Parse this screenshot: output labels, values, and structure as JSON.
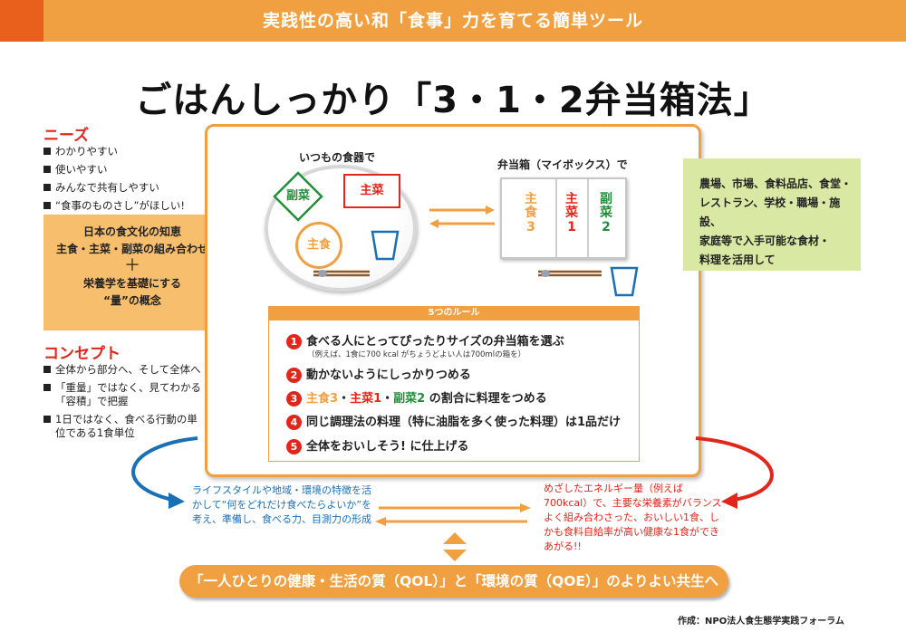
{
  "header": {
    "title": "実践性の高い和「食事」力を育てる簡単ツール"
  },
  "main_title": "ごはんしっかり「3・1・2弁当箱法」",
  "needs": {
    "heading": "ニーズ",
    "items": [
      "わかりやすい",
      "使いやすい",
      "みんなで共有しやすい",
      "“食事のものさし”がほしい!"
    ]
  },
  "wisdom": {
    "line1": "日本の食文化の知恵",
    "line2": "主食・主菜・副菜の組み合わせ",
    "plus": "＋",
    "line3": "栄養学を基礎にする",
    "line4": "“量”の概念"
  },
  "concept": {
    "heading": "コンセプト",
    "items": [
      "全体から部分へ、そして全体へ",
      "「重量」ではなく、見てわかる「容積」で把握",
      "1日ではなく、食べる行動の単位である1食単位"
    ]
  },
  "plate": {
    "label": "いつもの食器で",
    "fukusai": "副菜",
    "shusai": "主菜",
    "shushoku": "主食"
  },
  "bento": {
    "label": "弁当箱（マイボックス）で",
    "col1_name": "主食",
    "col1_ratio": "3",
    "col2_name": "主菜",
    "col2_ratio": "1",
    "col3_name": "副菜",
    "col3_ratio": "2"
  },
  "rules": {
    "heading": "5つのルール",
    "r1_num": "1",
    "r1": "食べる人にとってぴったりサイズの弁当箱を選ぶ",
    "r1_sub": "（例えば、1食に700 kcal がちょうどよい人は700mlの箱を）",
    "r2_num": "2",
    "r2": "動かないようにしっかりつめる",
    "r3_num": "3",
    "r3_a": "主食3",
    "r3_b": "・",
    "r3_c": "主菜1",
    "r3_d": "・",
    "r3_e": "副菜2",
    "r3_f": " の割合に料理をつめる",
    "r4_num": "4",
    "r4": "同じ調理法の料理（特に油脂を多く使った料理）は1品だけ",
    "r5_num": "5",
    "r5": "全体をおいしそう! に仕上げる"
  },
  "green_box": {
    "lines": [
      "農場、市場、食料品店、食堂・",
      "レストラン、学校・職場・施設、",
      "家庭等で入手可能な食材・",
      "料理を活用して"
    ]
  },
  "blue_text": "ライフスタイルや地域・環境の特徴を活かして“何をどれだけ食べたらよいか”を考え、準備し、食べる力、目測力の形成",
  "red_text": "めざしたエネルギー量（例えば700kcal）で、主要な栄養素がバランスよく組み合わさった、おいしい1食、しかも食料自給率が高い健康な1食ができあがる!!",
  "bottom_banner": "「一人ひとりの健康・生活の質（QOL）」と「環境の質（QOE）」のよりよい共生へ",
  "credit": "作成：NPO法人食生態学実践フォーラム",
  "colors": {
    "orange": "#f0a040",
    "dark_orange": "#e8601c",
    "red": "#e1261c",
    "green": "#1f8f3a",
    "blue": "#1a6fb5",
    "light_green": "#d9e8a3",
    "light_orange": "#f7be6e"
  }
}
